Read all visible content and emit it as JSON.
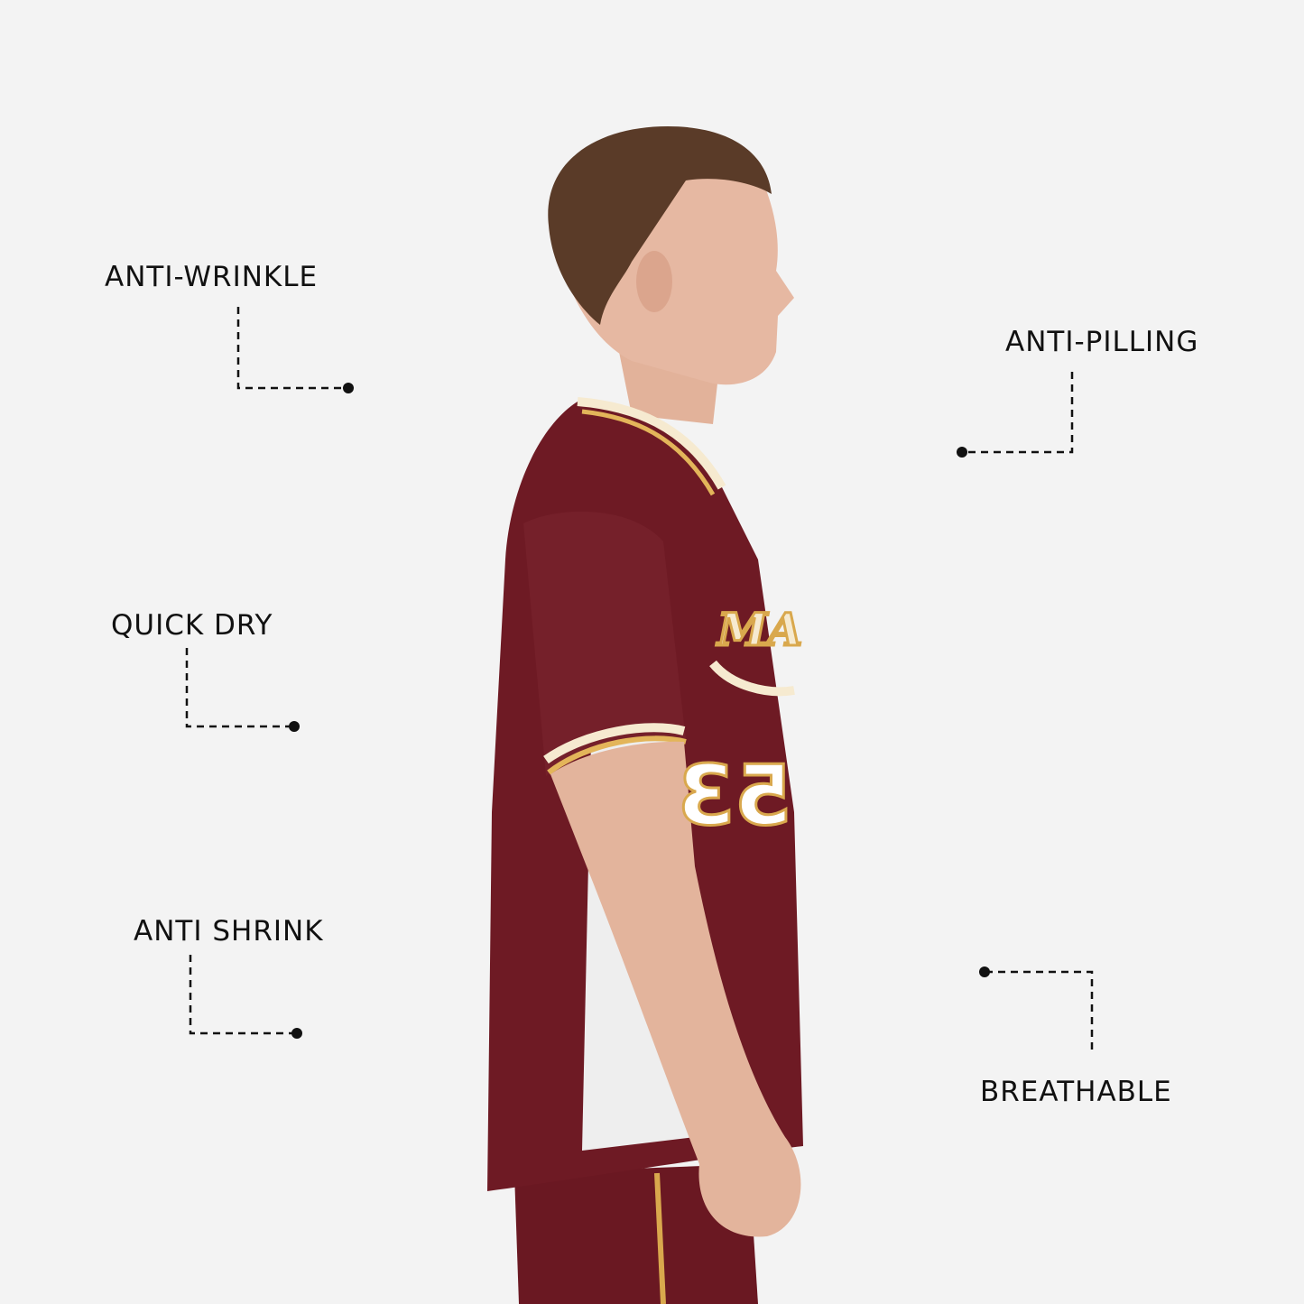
{
  "features": {
    "anti_wrinkle": "ANTI-WRINKLE",
    "anti_pilling": "ANTI-PILLING",
    "quick_dry": "QUICK DRY",
    "anti_shrink": "ANTI SHRINK",
    "breathable": "BREATHABLE"
  },
  "jersey": {
    "chest_lettering": "MA",
    "number": "53"
  },
  "colors": {
    "background": "#f3f3f3",
    "jersey_maroon": "#6e1a24",
    "trim_gold": "#e3b55a",
    "trim_cream": "#f6ead0",
    "side_panel": "#eeeeee",
    "callout_line": "#111111"
  }
}
